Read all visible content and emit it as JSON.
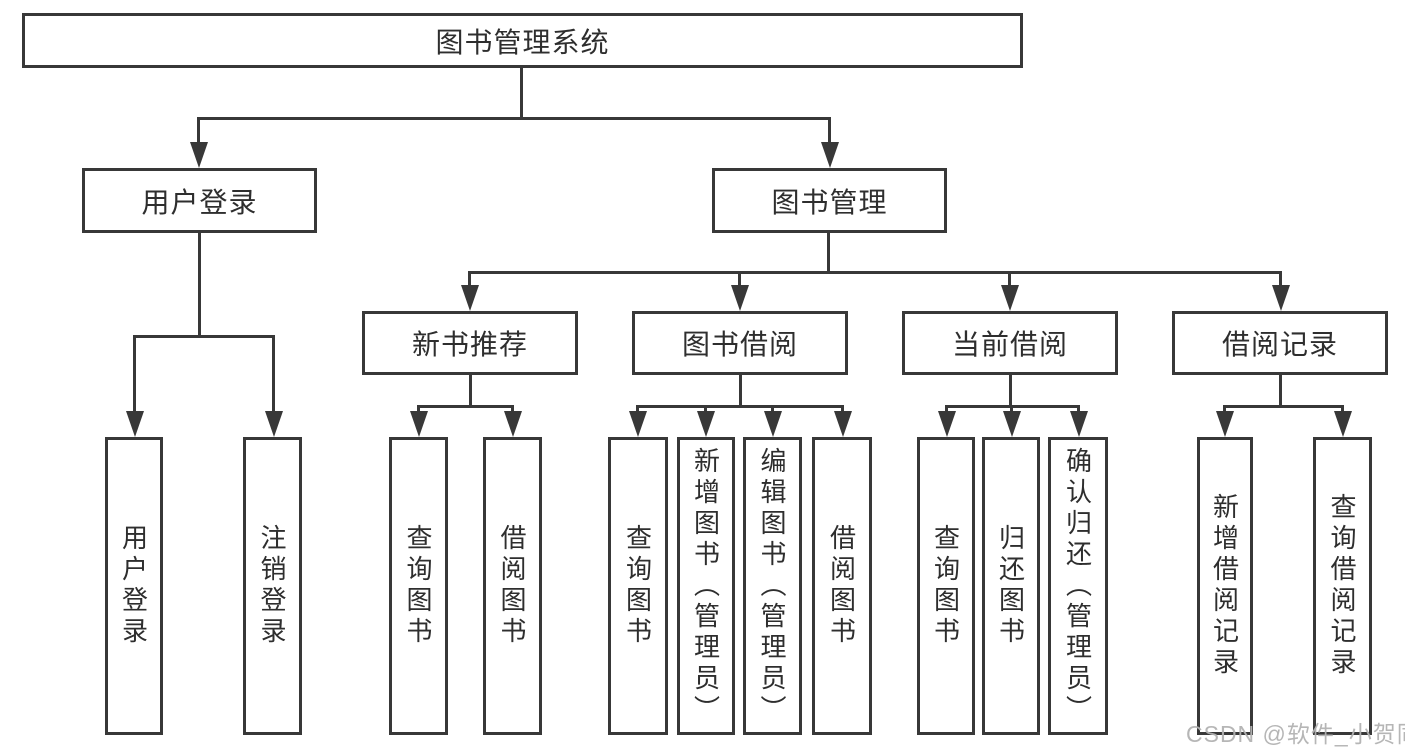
{
  "diagram": {
    "root": {
      "label": "图书管理系统"
    },
    "user": {
      "label": "用户登录",
      "children": {
        "login": "用户登录",
        "logout": "注销登录"
      }
    },
    "books": {
      "label": "图书管理",
      "sections": {
        "recommend": {
          "label": "新书推荐",
          "children": {
            "query": "查询图书",
            "borrow": "借阅图书"
          }
        },
        "borrowing": {
          "label": "图书借阅",
          "children": {
            "query": "查询图书",
            "add": "新增图书（管理员）",
            "edit": "编辑图书（管理员）",
            "borrow": "借阅图书"
          }
        },
        "current": {
          "label": "当前借阅",
          "children": {
            "query": "查询图书",
            "return": "归还图书",
            "confirm": "确认归还（管理员）"
          }
        },
        "records": {
          "label": "借阅记录",
          "children": {
            "add": "新增借阅记录",
            "query": "查询借阅记录"
          }
        }
      }
    }
  },
  "watermark": {
    "text": "CSDN @软件_小贺同学"
  },
  "colors": {
    "line": "#383838",
    "text": "#2e2e2e",
    "watermark": "#b2b2b2",
    "background": "#ffffff"
  }
}
